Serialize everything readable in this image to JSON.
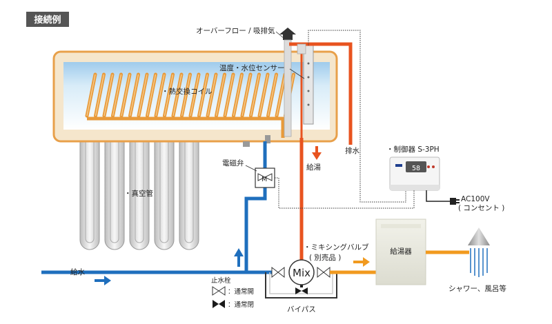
{
  "title": "接続例",
  "labels": {
    "overflow": "オーバーフロー / 吸排気",
    "sensor": "温度・水位センサー",
    "coil": "・熱交換コイル",
    "drain": "排水",
    "hot_water": "給湯",
    "solenoid": "電磁弁",
    "vacuum_tube": "・真空管",
    "controller": "・制御器 S-3PH",
    "controller_display": "58",
    "ac": "AC100V",
    "outlet": "( コンセント )",
    "mixing": "・ミキシングバルブ",
    "mixing_note": "( 別売品 )",
    "mix": "Mix",
    "heater": "給湯器",
    "shower": "シャワー、風呂等",
    "water_supply": "給水",
    "stop_valve": "止水栓",
    "open_legend": "：通常開",
    "closed_legend": "：通常閉",
    "bypass": "バイパス",
    "solenoid_m": "M"
  },
  "colors": {
    "hot_pipe": "#e8531f",
    "cold_pipe": "#1f6fbd",
    "warm_pipe": "#f19a1f",
    "coil": "#e89a3a",
    "tank_frame": "#f5e6cc",
    "tank_border": "#e8a04a",
    "water": "#cfe6f5",
    "tube": "#e6e6e6",
    "title_bg": "#555555"
  }
}
